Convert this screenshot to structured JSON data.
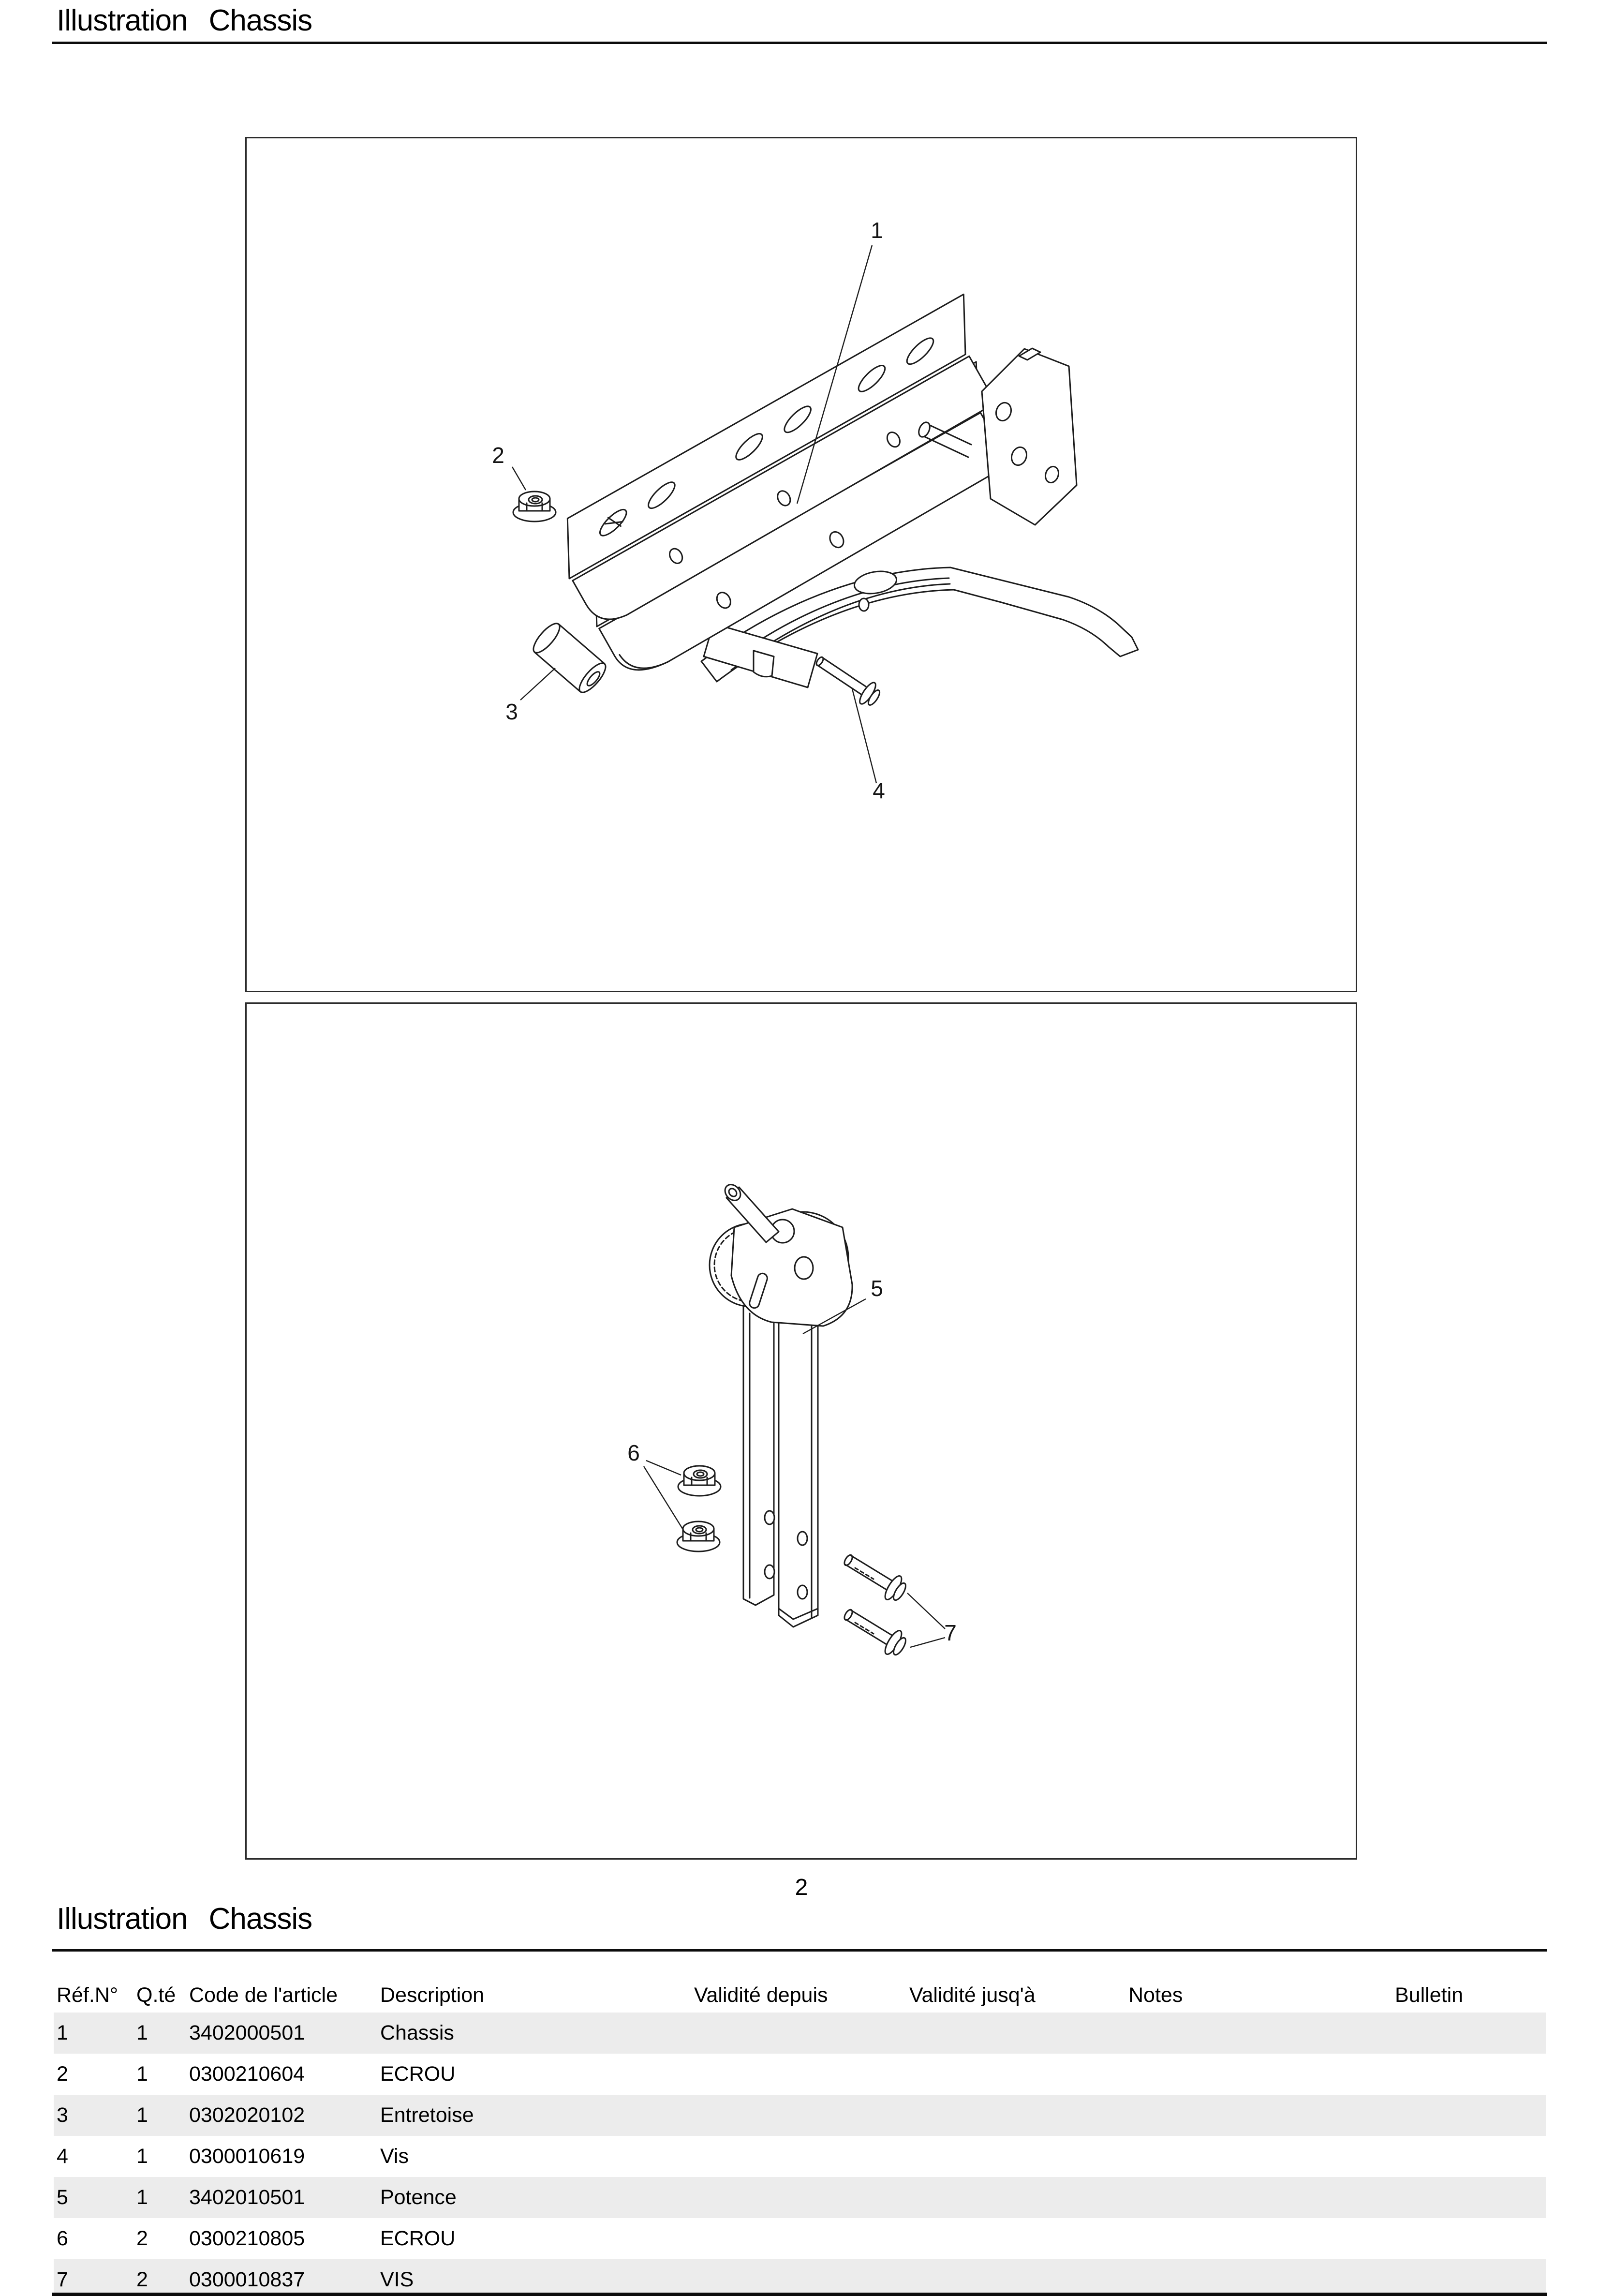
{
  "header_top": {
    "label": "Illustration",
    "name": "Chassis"
  },
  "header_table": {
    "label": "Illustration",
    "name": "Chassis"
  },
  "page_number": "2",
  "figure_top": {
    "callouts": [
      "1",
      "2",
      "3",
      "4"
    ]
  },
  "figure_bottom": {
    "callouts": [
      "5",
      "6",
      "7"
    ]
  },
  "table": {
    "columns": [
      "Réf.N°",
      "Q.té",
      "Code de l'article",
      "Description",
      "Validité depuis",
      "Validité jusq'à",
      "Notes",
      "Bulletin"
    ],
    "rows": [
      {
        "ref": "1",
        "qty": "1",
        "code": "3402000501",
        "desc": "Chassis",
        "validite_depuis": "",
        "validite_jusqua": "",
        "notes": "",
        "bulletin": ""
      },
      {
        "ref": "2",
        "qty": "1",
        "code": "0300210604",
        "desc": "ECROU",
        "validite_depuis": "",
        "validite_jusqua": "",
        "notes": "",
        "bulletin": ""
      },
      {
        "ref": "3",
        "qty": "1",
        "code": "0302020102",
        "desc": "Entretoise",
        "validite_depuis": "",
        "validite_jusqua": "",
        "notes": "",
        "bulletin": ""
      },
      {
        "ref": "4",
        "qty": "1",
        "code": "0300010619",
        "desc": "Vis",
        "validite_depuis": "",
        "validite_jusqua": "",
        "notes": "",
        "bulletin": ""
      },
      {
        "ref": "5",
        "qty": "1",
        "code": "3402010501",
        "desc": "Potence",
        "validite_depuis": "",
        "validite_jusqua": "",
        "notes": "",
        "bulletin": ""
      },
      {
        "ref": "6",
        "qty": "2",
        "code": "0300210805",
        "desc": "ECROU",
        "validite_depuis": "",
        "validite_jusqua": "",
        "notes": "",
        "bulletin": ""
      },
      {
        "ref": "7",
        "qty": "2",
        "code": "0300010837",
        "desc": "VIS",
        "validite_depuis": "",
        "validite_jusqua": "",
        "notes": "",
        "bulletin": ""
      }
    ]
  },
  "colors": {
    "row_stripe": "#ececec",
    "heading_rule": "#0c0c0c",
    "figure_border": "#2b2b2b",
    "line_ink": "#1c1c1c"
  }
}
